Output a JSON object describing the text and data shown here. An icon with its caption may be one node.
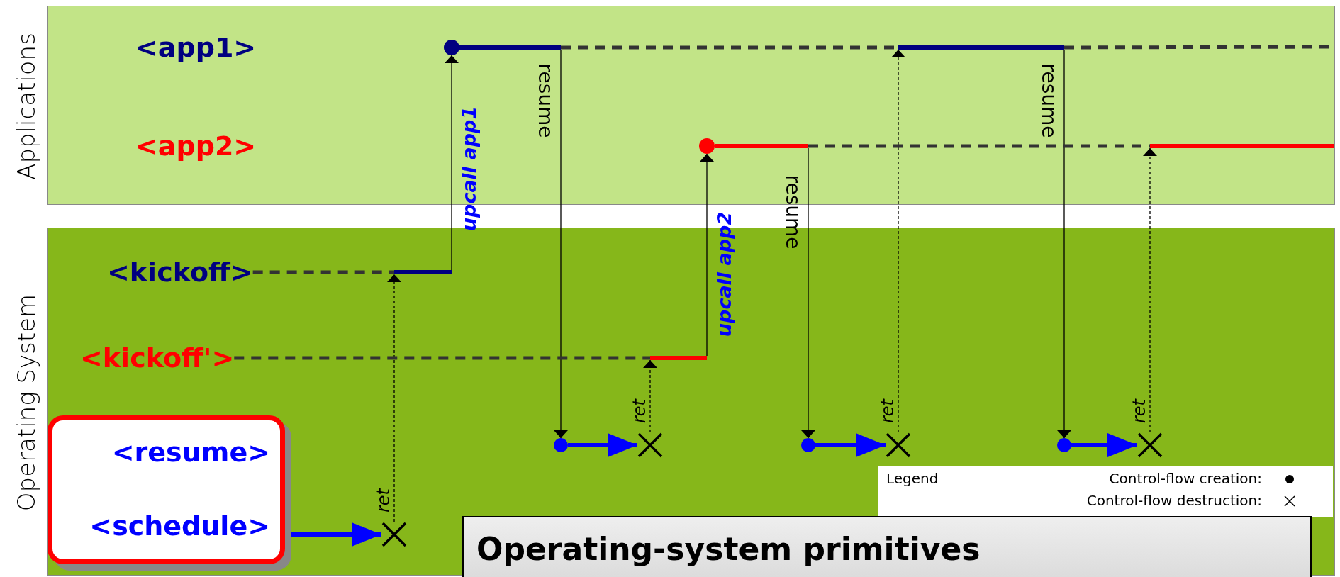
{
  "diagram": {
    "title": "Operating-system primitives",
    "nodes": [
      {
        "text": [
          "Applications"
        ]
      },
      {
        "text": [
          "<app1>"
        ],
        "in": 0
      },
      {
        "text": [
          "<app2>"
        ],
        "in": 0
      },
      {
        "text": [],
        "shape": "circle",
        "in": 0
      },
      {
        "text": [],
        "shape": "bar",
        "in": 0
      },
      {
        "text": [],
        "shape": "bar",
        "in": 0
      },
      {
        "text": [],
        "shape": "circle",
        "in": 0
      },
      {
        "text": [],
        "shape": "bar",
        "in": 0
      },
      {
        "text": [],
        "shape": "bar",
        "in": 0
      },
      {
        "text": [
          "Operating System"
        ]
      },
      {
        "text": [
          "<kickoff>"
        ],
        "in": 9
      },
      {
        "text": [
          "<kickoff'>"
        ],
        "in": 9
      },
      {
        "text": [
          "<resume>",
          "<schedule>"
        ],
        "in": 9
      },
      {
        "text": [],
        "shape": "bar",
        "in": 9
      },
      {
        "text": [],
        "shape": "bar",
        "in": 9
      },
      {
        "text": [],
        "shape": "cross",
        "in": 9
      },
      {
        "text": [],
        "shape": "circle",
        "in": 9
      },
      {
        "text": [],
        "shape": "cross",
        "in": 9
      },
      {
        "text": [],
        "shape": "circle",
        "in": 9
      },
      {
        "text": [],
        "shape": "cross",
        "in": 9
      },
      {
        "text": [],
        "shape": "circle",
        "in": 9
      },
      {
        "text": [],
        "shape": "cross",
        "in": 9
      }
    ],
    "edges": [
      {
        "from": 12,
        "to": 15,
        "arrow": "to",
        "style": "thick",
        "color": "#0000ff"
      },
      {
        "from": 15,
        "to": 13,
        "arrow": "to",
        "style": "dashed",
        "label": "ret"
      },
      {
        "from": 10,
        "to": 13,
        "arrow": "none",
        "style": "dashed",
        "color": "#333333"
      },
      {
        "from": 13,
        "to": 3,
        "arrow": "to",
        "label": "upcall app1"
      },
      {
        "from": 4,
        "to": 16,
        "arrow": "to",
        "label": "resume"
      },
      {
        "from": 16,
        "to": 17,
        "arrow": "to",
        "style": "thick",
        "color": "#0000ff"
      },
      {
        "from": 17,
        "to": 14,
        "arrow": "to",
        "style": "dashed",
        "label": "ret"
      },
      {
        "from": 11,
        "to": 14,
        "arrow": "none",
        "style": "dashed",
        "color": "#333333"
      },
      {
        "from": 14,
        "to": 6,
        "arrow": "to",
        "label": "upcall app2"
      },
      {
        "from": 7,
        "to": 18,
        "arrow": "to",
        "label": "resume"
      },
      {
        "from": 18,
        "to": 19,
        "arrow": "to",
        "style": "thick",
        "color": "#0000ff"
      },
      {
        "from": 19,
        "to": 5,
        "arrow": "to",
        "style": "dashed",
        "label": "ret"
      },
      {
        "from": 4,
        "to": 5,
        "arrow": "none",
        "style": "dashed",
        "color": "#333333"
      },
      {
        "from": 5,
        "to": 20,
        "arrow": "to",
        "label": "resume"
      },
      {
        "from": 20,
        "to": 21,
        "arrow": "to",
        "style": "thick",
        "color": "#0000ff"
      },
      {
        "from": 21,
        "to": 8,
        "arrow": "to",
        "style": "dashed",
        "label": "ret"
      },
      {
        "from": 7,
        "to": 8,
        "arrow": "none",
        "style": "dashed",
        "color": "#333333"
      },
      {
        "from": 5,
        "to": null,
        "arrow": "none",
        "style": "dashed",
        "color": "#333333"
      }
    ],
    "labels": [
      "Legend"
    ],
    "legend": [
      {
        "text": "Control-flow creation:"
      },
      {
        "text": "Control-flow destruction:"
      }
    ]
  }
}
